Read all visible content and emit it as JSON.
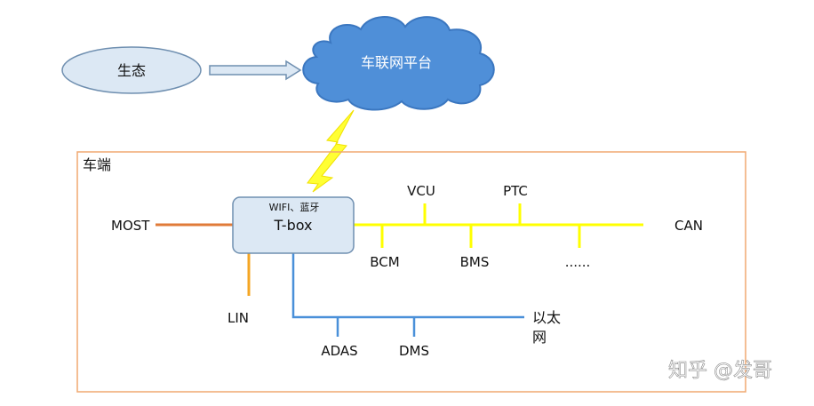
{
  "ecosystem": {
    "label": "生态"
  },
  "cloud": {
    "label": "车联网平台"
  },
  "vehicle": {
    "label": "车端"
  },
  "tbox": {
    "top_label": "WIFI、蓝牙",
    "label": "T-box"
  },
  "buses": {
    "most": "MOST",
    "lin": "LIN",
    "can": "CAN",
    "ethernet_line1": "以太",
    "ethernet_line2": "网"
  },
  "can_nodes": {
    "vcu": "VCU",
    "ptc": "PTC",
    "bcm": "BCM",
    "bms": "BMS",
    "more": "......"
  },
  "ethernet_nodes": {
    "adas": "ADAS",
    "dms": "DMS"
  },
  "watermark": "知乎 @发哥",
  "colors": {
    "can": "#ffff00",
    "most": "#e07b39",
    "lin": "#f5a623",
    "ethernet": "#4a90d9",
    "cloud": "#4f8fd8",
    "box_fill": "#dce8f4",
    "box_border": "#6f8fb0",
    "frame": "#f0a870"
  }
}
